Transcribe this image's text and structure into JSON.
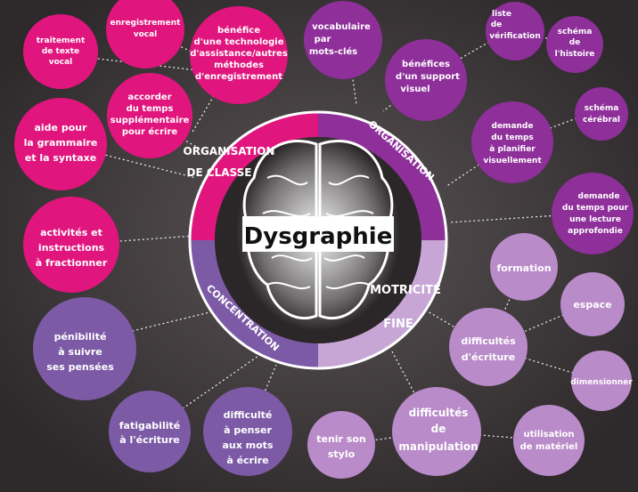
{
  "center": {
    "title": "Dysgraphie"
  },
  "ring": {
    "organisation": "ORGANISATION",
    "concentration": "CONCENTRATION",
    "organisation_classe": "ORGANISATION DE CLASSE",
    "motricite_fine": "MOTRICITÉ FINE"
  },
  "colors": {
    "background": "#3a3436",
    "magenta": "#e0157d",
    "purple": "#8e2f9a",
    "lilac": "#b98bc9",
    "violet": "#7c5aa6"
  },
  "bubbles": [
    {
      "id": "traitement-texte",
      "text": "traitement de texte vocal",
      "color": "magenta"
    },
    {
      "id": "enregistrement-vocal",
      "text": "enregistrement vocal",
      "color": "magenta"
    },
    {
      "id": "benefice-technologie",
      "text": "bénéfice d'une technologie d'assistance/autres méthodes d'enregistrement",
      "color": "magenta"
    },
    {
      "id": "accorder-temps",
      "text": "accorder du temps supplémentaire pour écrire",
      "color": "magenta"
    },
    {
      "id": "aide-grammaire",
      "text": "aide pour la grammaire et la syntaxe",
      "color": "magenta"
    },
    {
      "id": "activites-instructions",
      "text": "activités et instructions à fractionner",
      "color": "magenta"
    },
    {
      "id": "vocabulaire",
      "text": "vocabulaire par mots-clés",
      "color": "purple"
    },
    {
      "id": "benefices-support",
      "text": "bénéfices d'un support visuel",
      "color": "purple"
    },
    {
      "id": "liste-verification",
      "text": "liste de vérification",
      "color": "purple"
    },
    {
      "id": "schema-histoire",
      "text": "schéma de l'histoire",
      "color": "purple"
    },
    {
      "id": "schema-cerebral",
      "text": "schéma cérébral",
      "color": "purple"
    },
    {
      "id": "demande-temps-planifier",
      "text": "demande du temps à planifier visuellement",
      "color": "purple"
    },
    {
      "id": "demande-temps-lecture",
      "text": "demande du temps pour une lecture approfondie",
      "color": "purple"
    },
    {
      "id": "formation",
      "text": "formation",
      "color": "lilac"
    },
    {
      "id": "espace",
      "text": "espace",
      "color": "lilac"
    },
    {
      "id": "difficultes-ecriture",
      "text": "difficultés d'écriture",
      "color": "lilac"
    },
    {
      "id": "dimensionner",
      "text": "dimensionner",
      "color": "lilac"
    },
    {
      "id": "difficultes-manipulation",
      "text": "difficultés de manipulation",
      "color": "lilac"
    },
    {
      "id": "utilisation-materiel",
      "text": "utilisation de matériel",
      "color": "lilac"
    },
    {
      "id": "tenir-stylo",
      "text": "tenir son stylo",
      "color": "lilac"
    },
    {
      "id": "penibilite",
      "text": "pénibilité à suivre ses pensées",
      "color": "violet"
    },
    {
      "id": "fatigabilite",
      "text": "fatigabilité à l'écriture",
      "color": "violet"
    },
    {
      "id": "difficulte-penser",
      "text": "difficulté à penser aux mots à écrire",
      "color": "violet"
    }
  ]
}
